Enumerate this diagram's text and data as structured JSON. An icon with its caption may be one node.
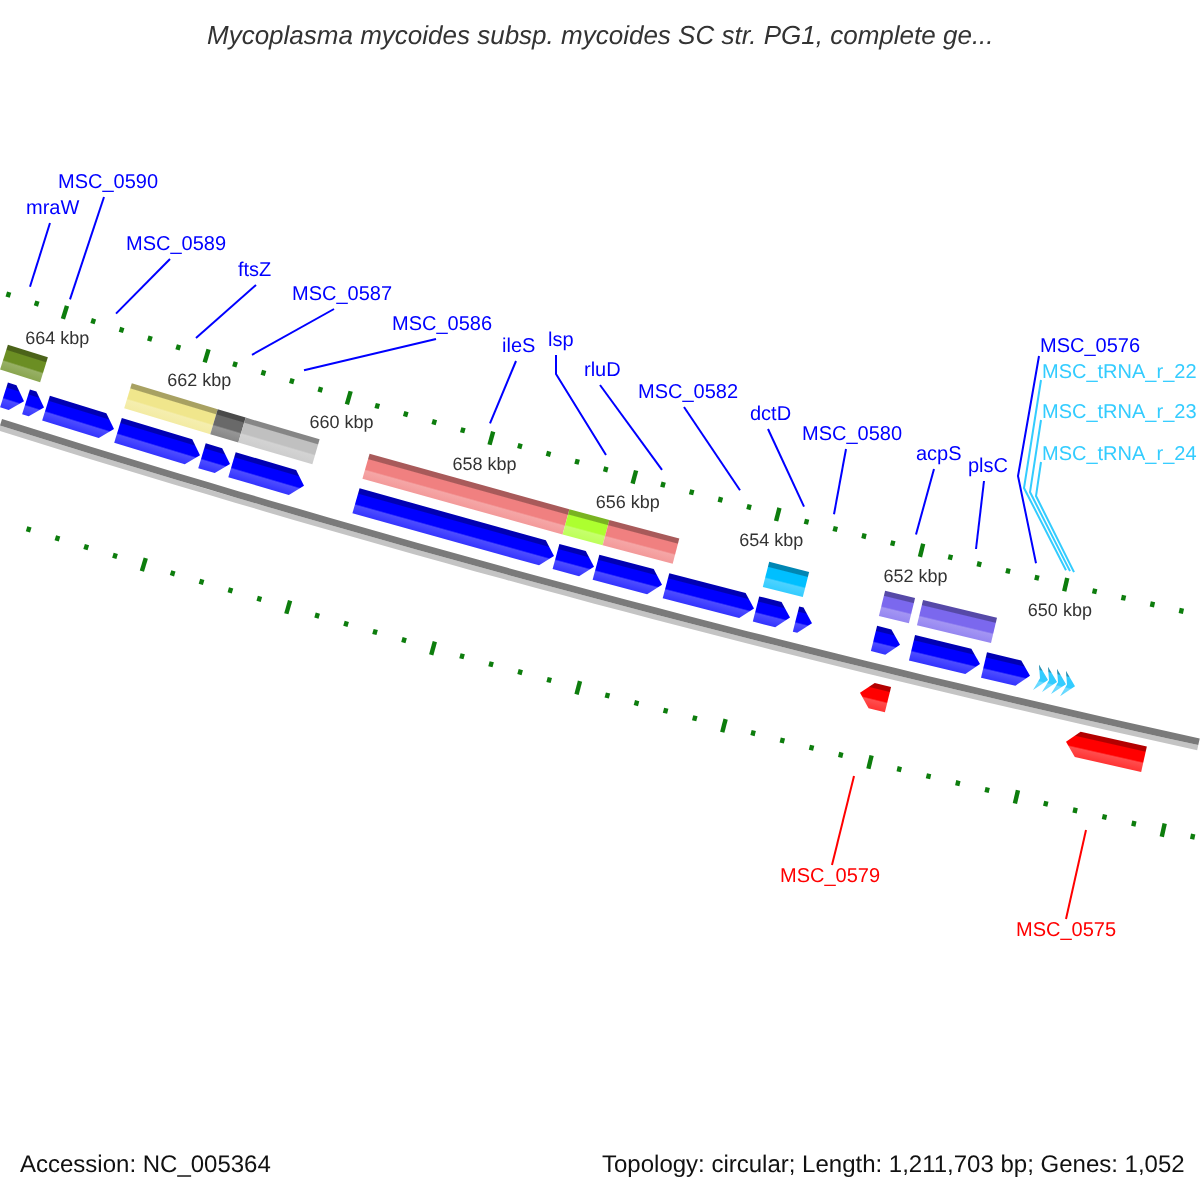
{
  "diagram": {
    "title": "Mycoplasma mycoides subsp. mycoides SC str. PG1, complete ge...",
    "nodes": [
      {
        "text": [
          "mraW"
        ]
      },
      {
        "text": [
          "MSC_0590"
        ]
      },
      {
        "text": [
          "MSC_0589"
        ]
      },
      {
        "text": [
          "ftsZ"
        ]
      },
      {
        "text": [
          "MSC_0587"
        ]
      },
      {
        "text": [
          "MSC_0586"
        ]
      },
      {
        "text": [
          "ileS"
        ]
      },
      {
        "text": [
          "lsp"
        ]
      },
      {
        "text": [
          "rluD"
        ]
      },
      {
        "text": [
          "MSC_0582"
        ]
      },
      {
        "text": [
          "dctD"
        ]
      },
      {
        "text": [
          "MSC_0580"
        ]
      },
      {
        "text": [
          "acpS"
        ]
      },
      {
        "text": [
          "plsC"
        ]
      },
      {
        "text": [
          "MSC_0576"
        ]
      },
      {
        "text": [
          "MSC_tRNA_r_22"
        ]
      },
      {
        "text": [
          "MSC_tRNA_r_23"
        ]
      },
      {
        "text": [
          "MSC_tRNA_r_24"
        ]
      },
      {
        "text": [
          "MSC_0579"
        ]
      },
      {
        "text": [
          "MSC_0575"
        ]
      }
    ],
    "edges": [
      {
        "from": 0,
        "to": null,
        "arrow": "none"
      },
      {
        "from": 1,
        "to": null,
        "arrow": "none"
      },
      {
        "from": 2,
        "to": null,
        "arrow": "none"
      },
      {
        "from": 3,
        "to": null,
        "arrow": "none"
      },
      {
        "from": 4,
        "to": null,
        "arrow": "none"
      },
      {
        "from": 5,
        "to": null,
        "arrow": "none"
      },
      {
        "from": 6,
        "to": null,
        "arrow": "none"
      },
      {
        "from": 7,
        "to": null,
        "arrow": "none"
      },
      {
        "from": 8,
        "to": null,
        "arrow": "none"
      },
      {
        "from": 9,
        "to": null,
        "arrow": "none"
      },
      {
        "from": 10,
        "to": null,
        "arrow": "none"
      },
      {
        "from": 11,
        "to": null,
        "arrow": "none"
      },
      {
        "from": 12,
        "to": null,
        "arrow": "none"
      },
      {
        "from": 13,
        "to": null,
        "arrow": "none"
      },
      {
        "from": 14,
        "to": null,
        "arrow": "none"
      },
      {
        "from": 15,
        "to": null,
        "arrow": "none",
        "color": "#33ccff"
      },
      {
        "from": 16,
        "to": null,
        "arrow": "none",
        "color": "#33ccff"
      },
      {
        "from": 17,
        "to": null,
        "arrow": "none",
        "color": "#33ccff"
      },
      {
        "from": 18,
        "to": null,
        "arrow": "none",
        "color": "#ff0000"
      },
      {
        "from": 19,
        "to": null,
        "arrow": "none",
        "color": "#ff0000"
      }
    ],
    "labels": [
      "664 kbp",
      "662 kbp",
      "660 kbp",
      "658 kbp",
      "656 kbp",
      "654 kbp",
      "652 kbp",
      "650 kbp",
      "Accession: NC_005364",
      "Topology: circular; Length: 1,211,703 bp; Genes: 1,052"
    ]
  }
}
